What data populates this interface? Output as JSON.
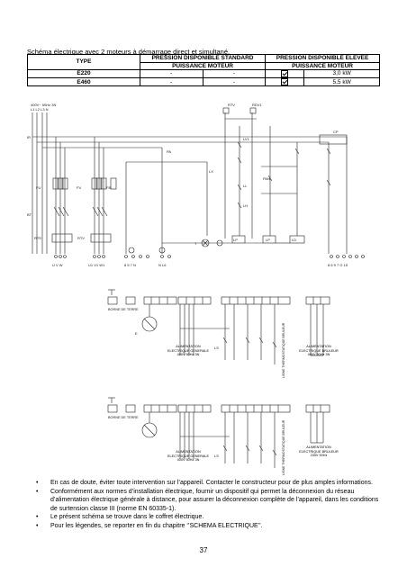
{
  "heading": "Schéma électrique avec 2 moteurs à démarrage direct et simultané.",
  "table": {
    "col_type": "TYPE",
    "col_standard": "PRESSION DISPONIBLE STANDARD",
    "col_eleve": "PRESSION DISPONIBLE ELEVEE",
    "sub_standard": "PUISSANCE MOTEUR",
    "sub_eleve": "PUISSANCE MOTEUR",
    "rows": [
      {
        "type": "E220",
        "std_a": "-",
        "std_b": "-",
        "el_check": true,
        "power": "3,0 kW"
      },
      {
        "type": "E460",
        "std_a": "-",
        "std_b": "-",
        "el_check": true,
        "power": "5,5 kW"
      }
    ]
  },
  "diagram": {
    "supply_label": "400V~ 50Hz 3N",
    "supply_terminals": "L1 L2 L3 N",
    "ctrl_labels": {
      "rtv": "RTV",
      "rdv1": "RDV1",
      "rts": "RTS",
      "rtv2": "RTV",
      "ir": "IR",
      "pa": "PA",
      "lx": "LX",
      "lv": "LV1",
      "cp": "CP",
      "ll": "LL",
      "lh": "LH",
      "pan": "PAN",
      "fu": "FU",
      "fv": "FV",
      "fb": "FB",
      "t": "T",
      "lp": "LP",
      "lp2": "LP",
      "bt": "BT",
      "ld": "LD",
      "ls": "LS",
      "ls2": "LS",
      "e": "E"
    },
    "terminal_groups": [
      "U V W",
      "U1 V1 W1",
      "8 5 7 N",
      "N L6",
      "8 6 9 7 G 15"
    ],
    "upper": {
      "bornier": "BORNE DE TERRE",
      "alim_gen": "ALIMENTATION ELECTRIQUE GENERALE 400V 50Hz 3N",
      "ligne_thermo": "LIGNE THERMOSTATIQUE BRULEUR",
      "alim_brul": "ALIMENTATION ELECTRIQUE BRULEUR 400V 50Hz 3N"
    },
    "lower": {
      "bornier": "BORNE DE TERRE",
      "alim_gen": "ALIMENTATION ELECTRIQUE GENERALE 400V 50Hz 3N",
      "ligne_thermo": "LIGNE THERMOSTATIQUE BRULEUR",
      "alim_brul": "ALIMENTATION ELECTRIQUE BRULEUR 230V 50Hz"
    }
  },
  "notes": [
    "En cas de doute, éviter toute intervention sur l’appareil. Contacter le constructeur pour de plus amples informations.",
    "Conformément aux normes d’installation électrique, fournir un dispositif qui permet la déconnexion du réseau d’alimentation électrique générale à distance, pour assurer la déconnexion complète de l’appareil, dans les conditions de surtension classe III (norme EN 60335-1).",
    "Le présent schéma se trouve dans le coffret électrique.",
    "Pour les légendes, se reporter en fin du chapitre ‘’SCHEMA ELECTRIQUE’’."
  ],
  "page_number": "37"
}
